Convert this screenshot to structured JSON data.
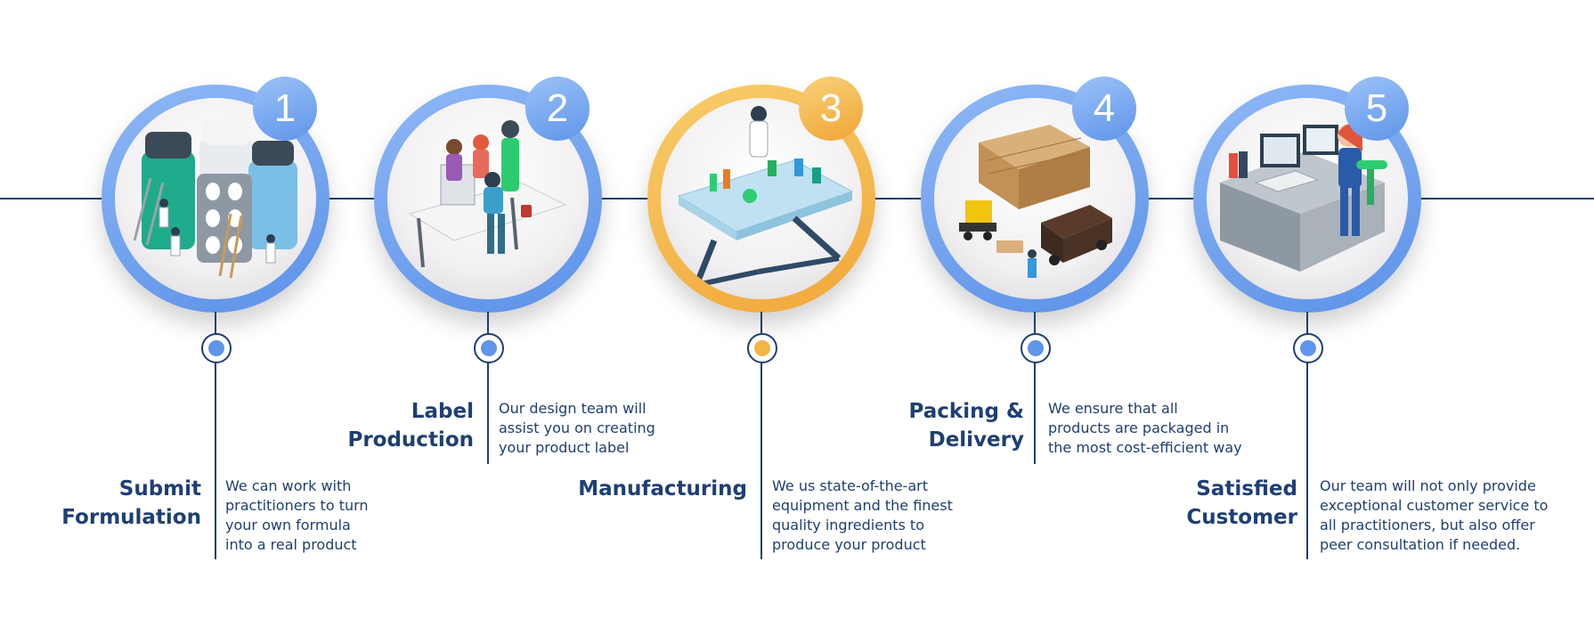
{
  "diagram": {
    "steps": [
      {
        "number": "1",
        "title_line1": "Submit",
        "title_line2": "Formulation",
        "desc_lines": [
          "We can work with",
          "practitioners to turn",
          "your own formula",
          "into a real product"
        ],
        "accent": "#5f95ea",
        "illustration": "medicine-bottles-scientists"
      },
      {
        "number": "2",
        "title_line1": "Label",
        "title_line2": "Production",
        "desc_lines": [
          "Our design team will",
          "assist you on creating",
          "your product label"
        ],
        "accent": "#5f95ea",
        "illustration": "design-team-computer"
      },
      {
        "number": "3",
        "title_line1": "Manufacturing",
        "title_line2": "",
        "desc_lines": [
          "We us state-of-the-art",
          "equipment and the finest",
          "quality ingredients to",
          "produce your product"
        ],
        "accent": "#f3b546",
        "illustration": "lab-bench"
      },
      {
        "number": "4",
        "title_line1": "Packing &",
        "title_line2": "Delivery",
        "desc_lines": [
          "We ensure that all",
          "products are packaged in",
          "the most cost-efficient way"
        ],
        "accent": "#5f95ea",
        "illustration": "warehouse-truck-forklift"
      },
      {
        "number": "5",
        "title_line1": "Satisfied",
        "title_line2": "Customer",
        "desc_lines": [
          "Our team will not only provide",
          "exceptional customer service to",
          "all practitioners, but also offer",
          "peer consultation if needed."
        ],
        "accent": "#5f95ea",
        "illustration": "support-agent-desk"
      }
    ],
    "line_color": "#1e3f73"
  }
}
